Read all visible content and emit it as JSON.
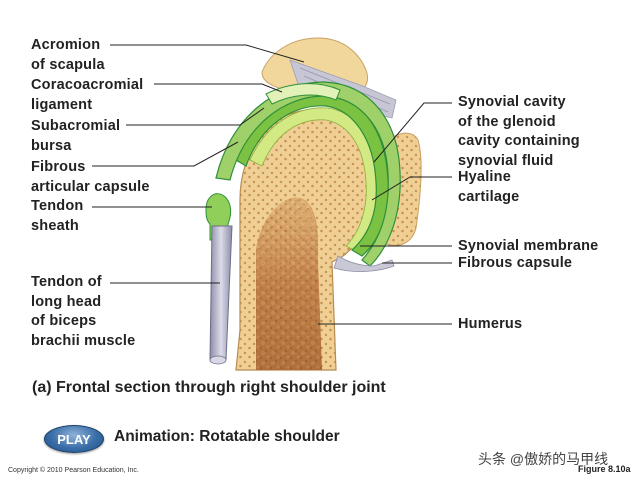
{
  "labels": {
    "acromion": "Acromion\nof scapula",
    "coracoacromial": "Coracoacromial\nligament",
    "subacromial": "Subacromial\nbursa",
    "fibrous_articular": "Fibrous\narticular capsule",
    "tendon_sheath": "Tendon\nsheath",
    "tendon_biceps": "Tendon of\nlong head\nof biceps\nbrachii muscle",
    "synovial_cavity": "Synovial cavity\nof the glenoid\ncavity containing\nsynovial fluid",
    "hyaline": "Hyaline\ncartilage",
    "synovial_membrane": "Synovial membrane",
    "fibrous_capsule": "Fibrous capsule",
    "humerus": "Humerus"
  },
  "caption": "(a) Frontal section through right shoulder joint",
  "play_button": "PLAY",
  "animation_label": "Animation: Rotatable shoulder",
  "copyright": "Copyright © 2010 Pearson Education, Inc.",
  "figure_number": "Figure 8.10a",
  "watermark": "头条 @傲娇的马甲线",
  "colors": {
    "bone": "#f3d9a4",
    "marrow": "#b8733d",
    "cartilage": "#cfe87a",
    "capsule": "#7cc242",
    "capsule_dark": "#2f8f3a",
    "ligament": "#c9c9d6",
    "tendon": "#a9a9c0"
  }
}
